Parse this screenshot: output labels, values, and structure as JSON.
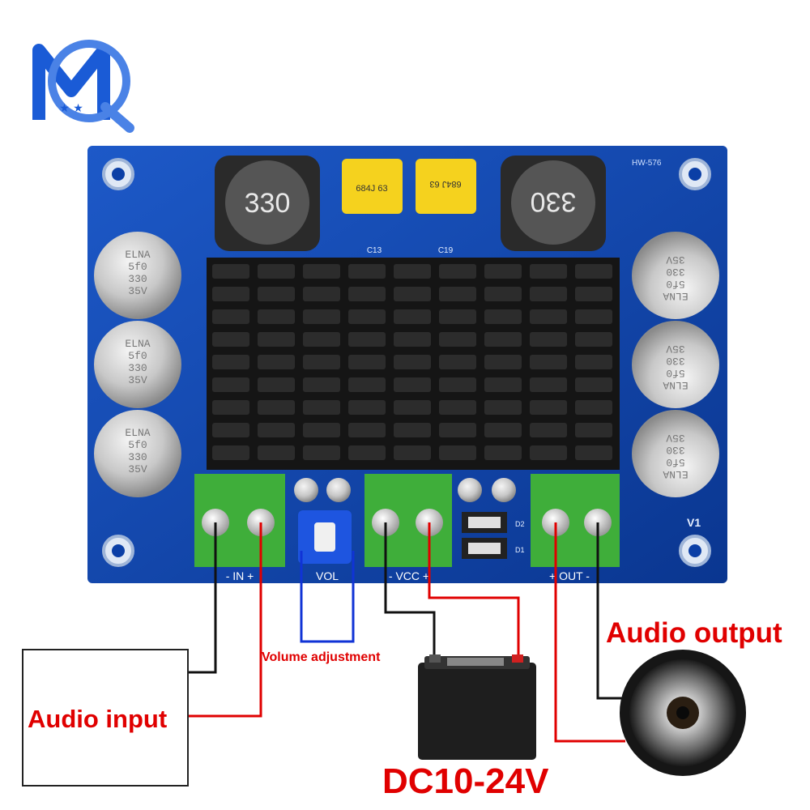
{
  "logo": {
    "letters": "MQ",
    "color": "#1a5bd6"
  },
  "board": {
    "model": "HW-576",
    "version": "V1",
    "color": "#0b3fa6",
    "inductor_label": "330",
    "film_cap_label": "684J 63",
    "cap_refs": [
      "C13",
      "C19"
    ],
    "diode_refs": [
      "D2",
      "D1"
    ],
    "electrolytic": [
      "ELNA",
      "5f0",
      "330",
      "35V"
    ],
    "terminals": {
      "in": "- IN +",
      "vol": "VOL",
      "vcc": "- VCC +",
      "out": "+ OUT -"
    }
  },
  "labels": {
    "audio_output": "Audio output",
    "audio_input": "Audio input",
    "volume": "Volume adjustment",
    "dc": "DC10-24V"
  },
  "colors": {
    "label_red": "#e00000",
    "wire_red": "#e00000",
    "wire_black": "#111111",
    "wire_blue": "#1033d6",
    "terminal_green": "#3fae3a",
    "heatsink": "#151515"
  }
}
